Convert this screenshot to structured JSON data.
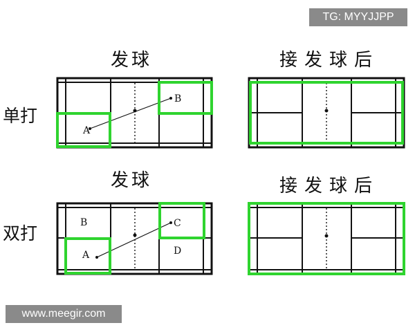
{
  "watermark_top": "TG: MYYJJPP",
  "watermark_bottom": "www.meegir.com",
  "rows": {
    "singles": {
      "label": "单打",
      "left_title": "发球",
      "right_title": "接发球后",
      "positions": [
        "A",
        "B"
      ]
    },
    "doubles": {
      "label": "双打",
      "left_title": "发球",
      "right_title": "接发球后",
      "positions": [
        "B",
        "A",
        "C",
        "D"
      ]
    }
  },
  "colors": {
    "highlight": "#2fd42f",
    "line": "#111111"
  }
}
